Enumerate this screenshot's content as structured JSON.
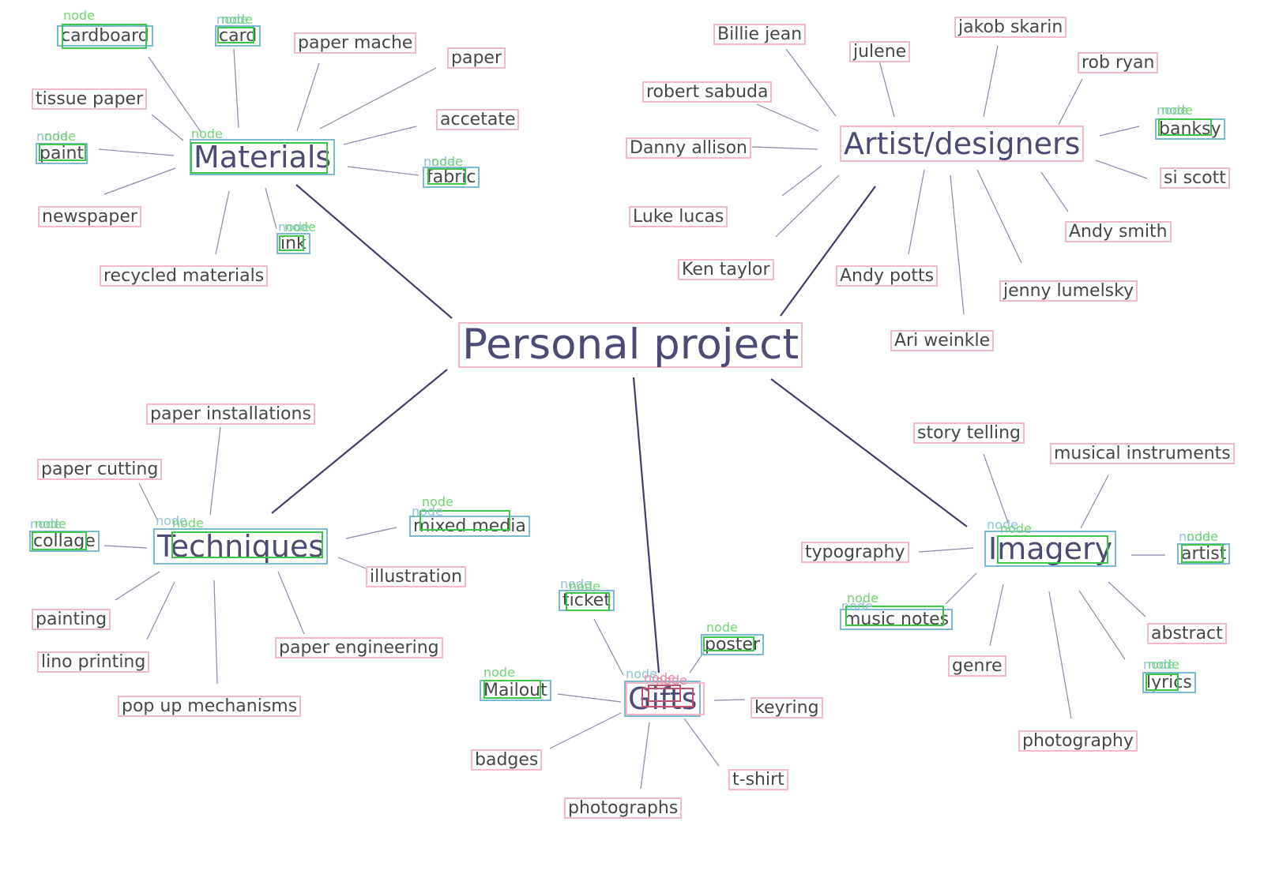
{
  "title": "Personal project",
  "tag_text": "node",
  "colors": {
    "hub_text": "#4b4b75",
    "leaf_text": "#474747",
    "link_thin": "#8a8aab",
    "link_thick": "#3f3f6c",
    "box_pink": "#f3b9c9",
    "box_blue": "#7dbad2",
    "box_green": "#3ec64a",
    "box_red": "#c2506e",
    "tag_green": "#6fd66f",
    "tag_blue": "#8ec3d8",
    "tag_pink": "#e48aa5"
  },
  "materials": {
    "label": "Materials",
    "items": [
      "cardboard",
      "card",
      "paper mache",
      "paper",
      "accetate",
      "tissue paper",
      "paint",
      "fabric",
      "newspaper",
      "ink",
      "recycled materials"
    ]
  },
  "artists": {
    "label": "Artist/designers",
    "items": [
      "Billie jean",
      "julene",
      "jakob skarin",
      "rob ryan",
      "banksy",
      "si scott",
      "Andy smith",
      "jenny lumelsky",
      "Ari weinkle",
      "Andy potts",
      "Ken taylor",
      "Luke lucas",
      "Danny allison",
      "robert sabuda"
    ]
  },
  "techniques": {
    "label": "Techniques",
    "items": [
      "paper installations",
      "paper cutting",
      "collage",
      "painting",
      "lino printing",
      "pop up mechanisms",
      "paper engineering",
      "illustration",
      "mixed media"
    ]
  },
  "gifts": {
    "label": "Gifts",
    "items": [
      "ticket",
      "poster",
      "Mailout",
      "keyring",
      "badges",
      "t-shirt",
      "photographs"
    ]
  },
  "imagery": {
    "label": "Imagery",
    "items": [
      "story telling",
      "musical instruments",
      "typography",
      "artist",
      "music notes",
      "abstract",
      "genre",
      "lyrics",
      "photography"
    ]
  }
}
